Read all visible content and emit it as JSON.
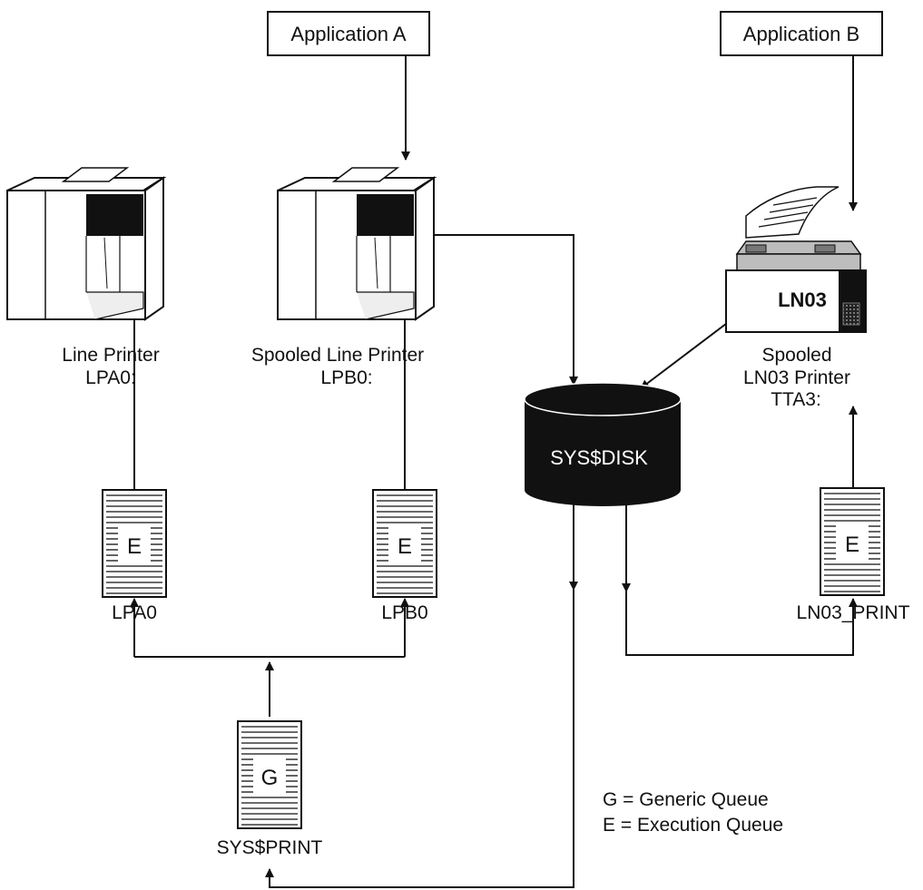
{
  "applications": {
    "a": "Application A",
    "b": "Application B"
  },
  "printers": {
    "line_printer": {
      "name": "Line Printer",
      "device": "LPA0:"
    },
    "spooled_line_printer": {
      "name": "Spooled Line Printer",
      "device": "LPB0:"
    },
    "ln03_printer": {
      "line1": "Spooled",
      "line2": "LN03 Printer",
      "device": "TTA3:",
      "badge": "LN03"
    }
  },
  "disk": {
    "label": "SYS$DISK"
  },
  "queues": {
    "lpa0": {
      "letter": "E",
      "name": "LPA0"
    },
    "lpb0": {
      "letter": "E",
      "name": "LPB0"
    },
    "ln03_print": {
      "letter": "E",
      "name": "LN03_PRINT"
    },
    "sys_print": {
      "letter": "G",
      "name": "SYS$PRINT"
    }
  },
  "legend": {
    "generic": "G = Generic Queue",
    "execution": "E = Execution Queue"
  },
  "colors": {
    "ink": "#111111",
    "paper": "#ffffff",
    "tray": "#bdbdbd"
  }
}
